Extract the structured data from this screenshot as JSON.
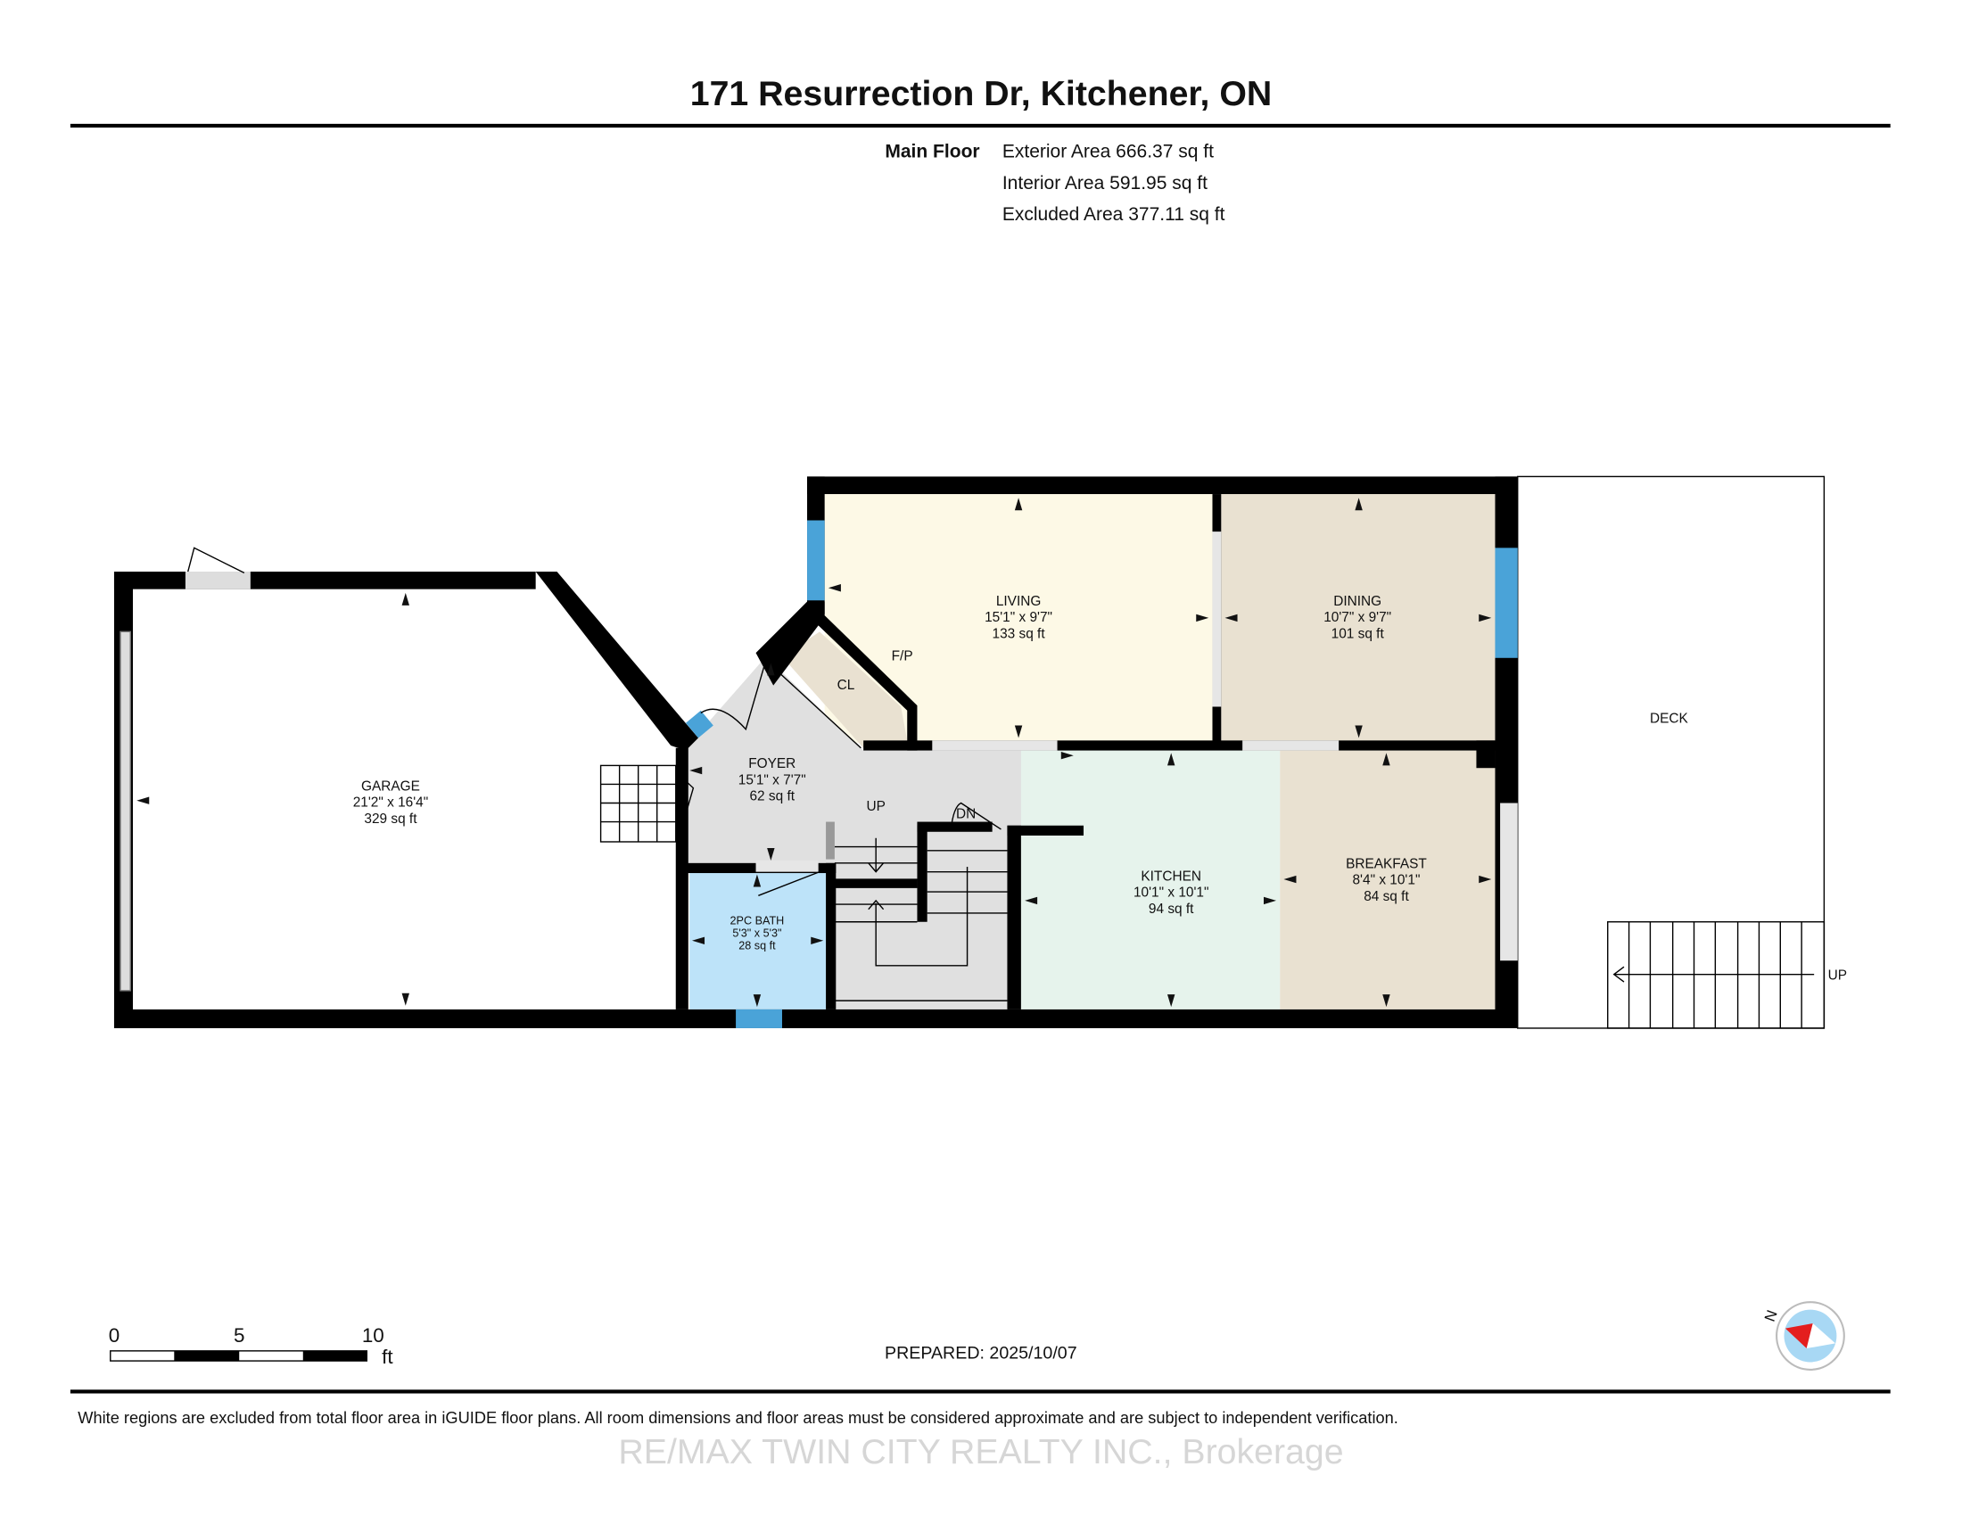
{
  "header": {
    "title": "171 Resurrection Dr, Kitchener, ON"
  },
  "floor_summary": {
    "floor_name": "Main Floor",
    "exterior_area": "Exterior Area 666.37 sq ft",
    "interior_area": "Interior Area 591.95 sq ft",
    "excluded_area": "Excluded Area 377.11 sq ft"
  },
  "rooms": {
    "garage": {
      "name": "GARAGE",
      "dims": "21'2\" x 16'4\"",
      "area": "329 sq ft"
    },
    "living": {
      "name": "LIVING",
      "dims": "15'1\" x 9'7\"",
      "area": "133 sq ft"
    },
    "dining": {
      "name": "DINING",
      "dims": "10'7\" x 9'7\"",
      "area": "101 sq ft"
    },
    "foyer": {
      "name": "FOYER",
      "dims": "15'1\" x 7'7\"",
      "area": "62 sq ft"
    },
    "kitchen": {
      "name": "KITCHEN",
      "dims": "10'1\" x 10'1\"",
      "area": "94 sq ft"
    },
    "breakfast": {
      "name": "BREAKFAST",
      "dims": "8'4\" x 10'1\"",
      "area": "84 sq ft"
    },
    "bath": {
      "name": "2PC BATH",
      "dims": "5'3\" x 5'3\"",
      "area": "28 sq ft"
    },
    "closet": {
      "name": "CL"
    },
    "deck": {
      "name": "DECK"
    }
  },
  "labels": {
    "fireplace": "F/P",
    "stairs_up": "UP",
    "stairs_down": "DN",
    "deck_up": "UP"
  },
  "scale": {
    "ticks": [
      "0",
      "5",
      "10"
    ],
    "unit": "ft"
  },
  "prepared": "PREPARED: 2025/10/07",
  "compass": {
    "label": "N"
  },
  "footer": {
    "disclaimer": "White regions are excluded from total floor area in iGUIDE floor plans. All room dimensions and floor areas must be considered approximate and are subject to independent verification.",
    "watermark": "RE/MAX TWIN CITY REALTY INC., Brokerage"
  },
  "colors": {
    "living": "#fdf9e6",
    "dining": "#e9e1d1",
    "kitchen": "#e6f3ec",
    "bath": "#bde3f9",
    "foyer": "#e0e0e0",
    "window": "#4aa3d8"
  }
}
